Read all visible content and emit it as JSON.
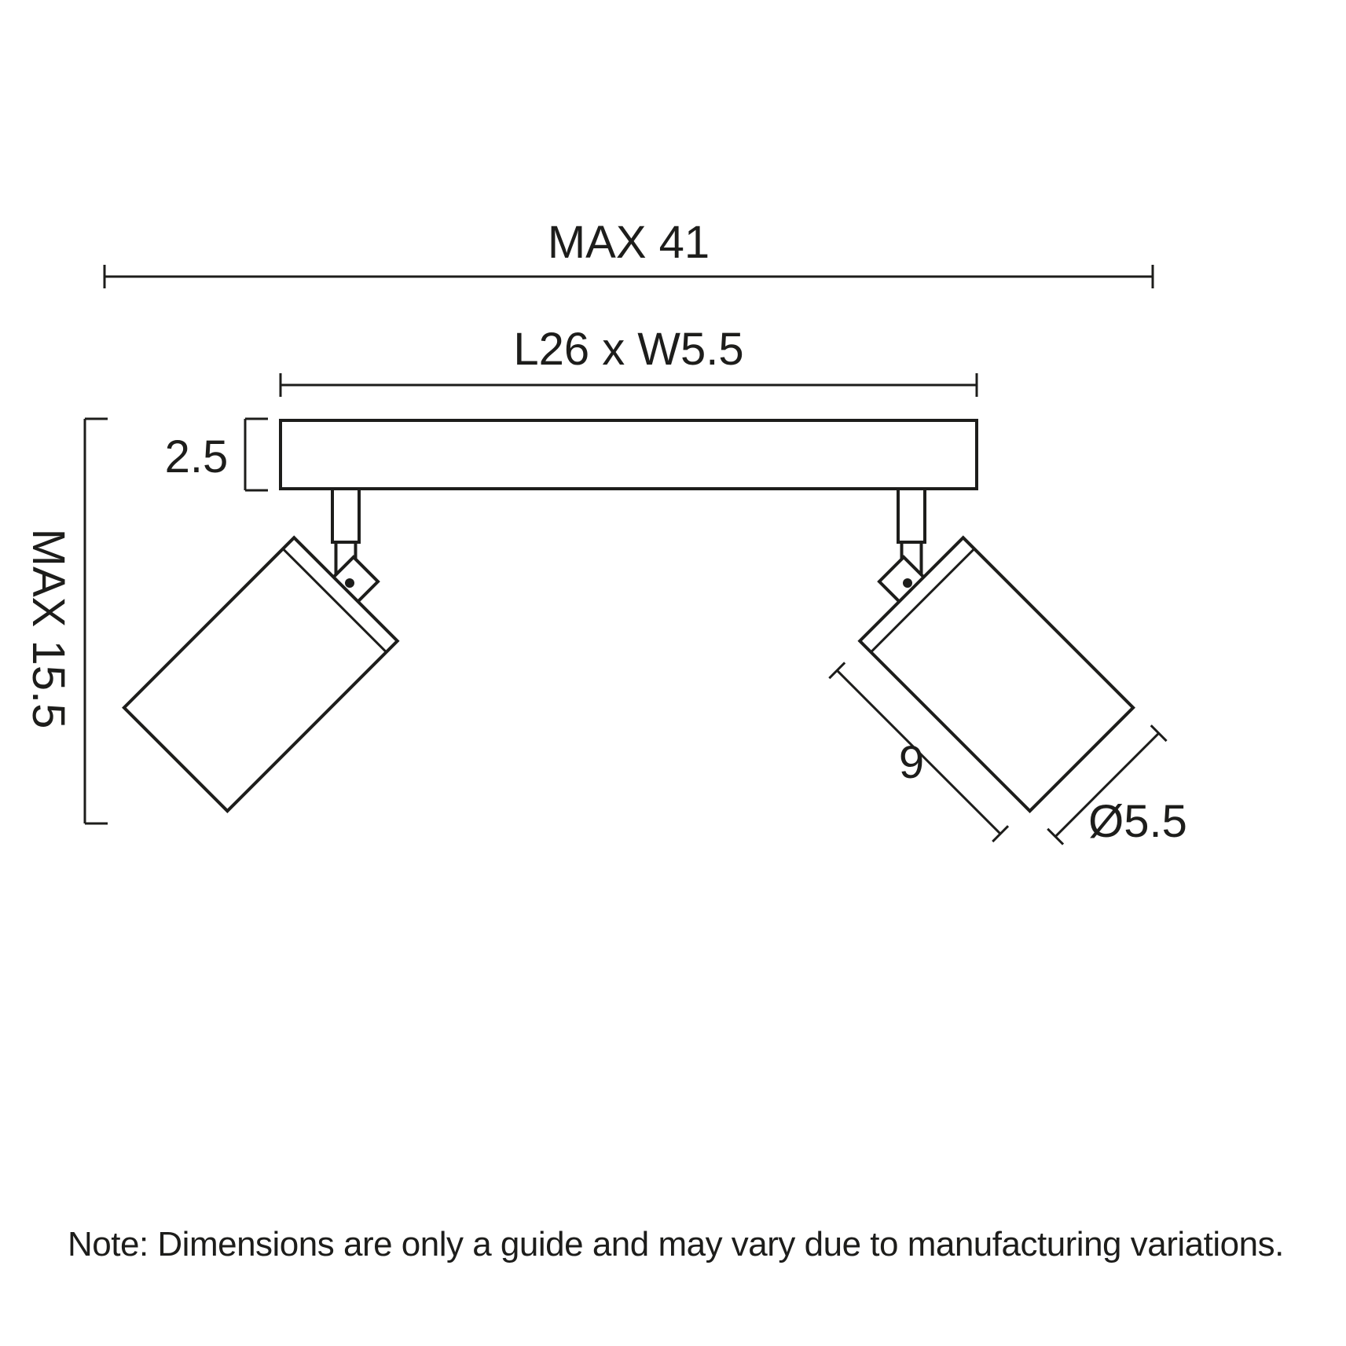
{
  "diagram": {
    "labels": {
      "overall_width": "MAX 41",
      "base_plate": "L26 x W5.5",
      "plate_thickness": "2.5",
      "overall_drop": "MAX 15.5",
      "head_length": "9",
      "head_diameter": "Ø5.5"
    },
    "note": "Note: Dimensions are only a guide and may vary due to manufacturing variations.",
    "colors": {
      "line": "#1d1d1b",
      "background": "#ffffff"
    }
  }
}
